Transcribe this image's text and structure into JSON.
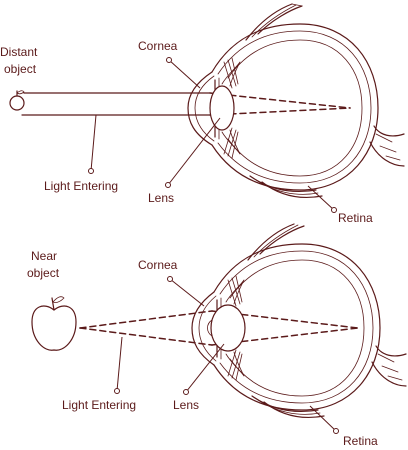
{
  "top": {
    "object_label_line1": "Distant",
    "object_label_line2": "object",
    "cornea_label": "Cornea",
    "light_label": "Light Entering",
    "lens_label": "Lens",
    "retina_label": "Retina"
  },
  "bottom": {
    "object_label_line1": "Near",
    "object_label_line2": "object",
    "cornea_label": "Cornea",
    "light_label": "Light Entering",
    "lens_label": "Lens",
    "retina_label": "Retina"
  },
  "colors": {
    "ink": "#5b1a1a",
    "background": "#ffffff"
  },
  "icons": [
    "apple-icon",
    "eye-cross-section-icon"
  ]
}
